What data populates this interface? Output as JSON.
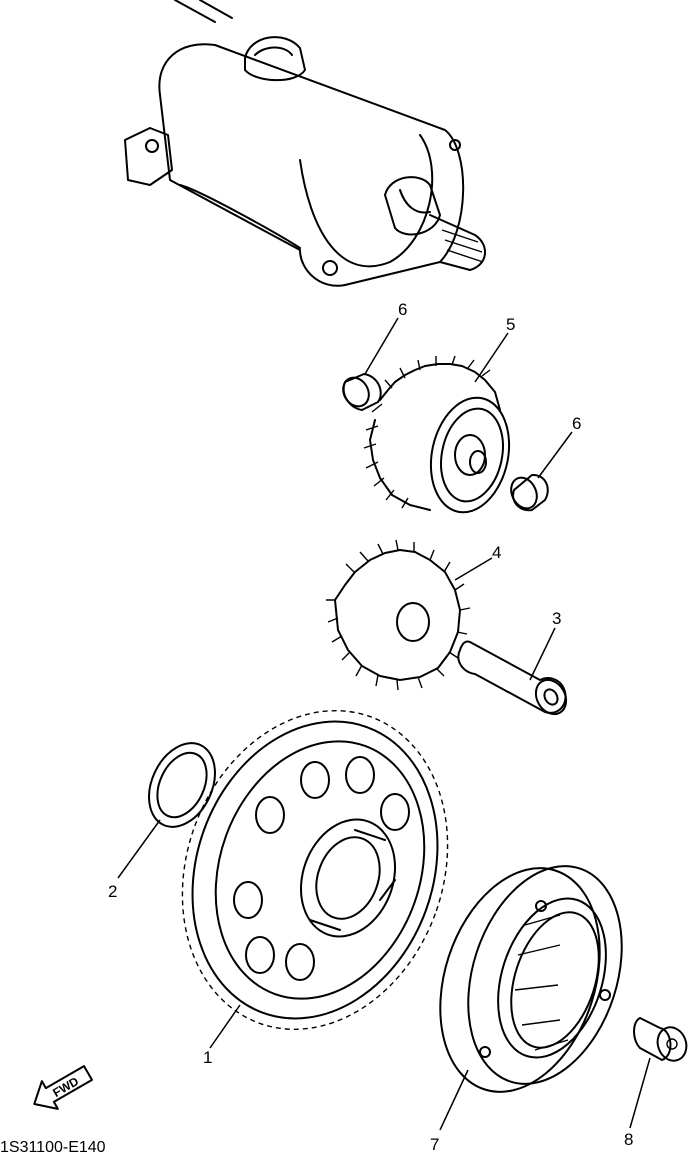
{
  "diagram": {
    "callouts": [
      {
        "id": "1",
        "label": "1"
      },
      {
        "id": "2",
        "label": "2"
      },
      {
        "id": "3",
        "label": "3"
      },
      {
        "id": "4",
        "label": "4"
      },
      {
        "id": "5",
        "label": "5"
      },
      {
        "id": "6a",
        "label": "6"
      },
      {
        "id": "6b",
        "label": "6"
      },
      {
        "id": "7",
        "label": "7"
      },
      {
        "id": "8",
        "label": "8"
      }
    ],
    "direction_label": "FWD",
    "drawing_code": "1S31100-E140"
  },
  "colors": {
    "line": "#000000",
    "background": "#ffffff"
  }
}
